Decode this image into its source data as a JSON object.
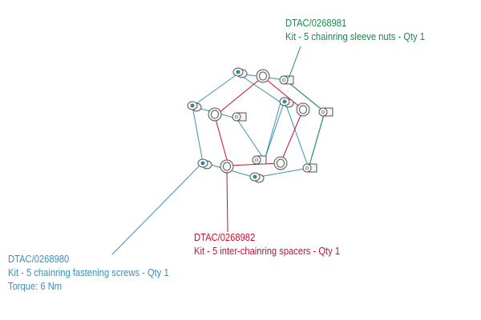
{
  "colors": {
    "nuts": "#1a8a4a",
    "spacers": "#c8102e",
    "screws": "#3a8fb7",
    "part_outline": "#555555",
    "part_fill": "#f4f4f4",
    "nut_fill": "#2d8c8c"
  },
  "callouts": {
    "nuts": {
      "code": "DTAC/0268981",
      "description": "Kit - 5 chainring sleeve nuts - Qty 1"
    },
    "spacers": {
      "code": "DTAC/0268982",
      "description": "Kit - 5 inter-chainring spacers - Qty 1"
    },
    "screws": {
      "code": "DTAC/0268980",
      "description": "Kit - 5 chainring fastening screws - Qty 1",
      "torque": "Torque: 6 Nm"
    }
  }
}
